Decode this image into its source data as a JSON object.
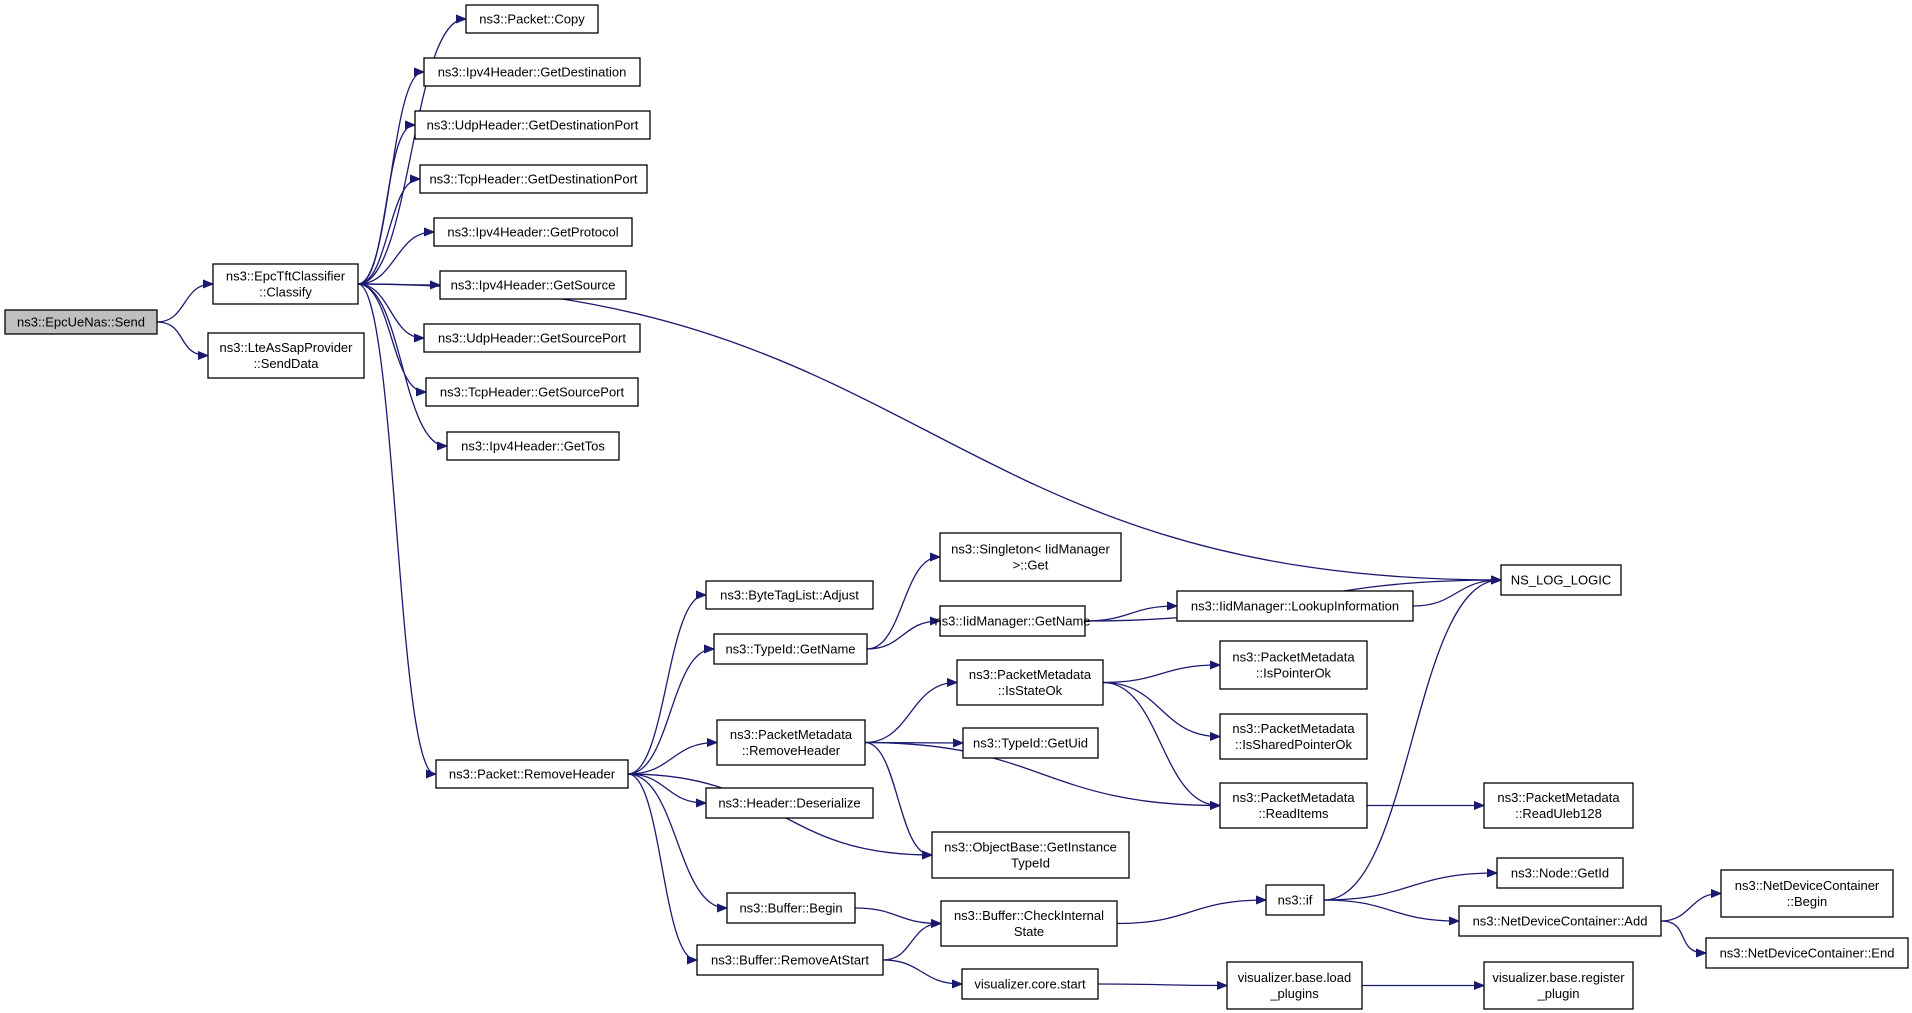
{
  "nodes": {
    "send": [
      "ns3::EpcUeNas::Send"
    ],
    "classify": [
      "ns3::EpcTftClassifier",
      "::Classify"
    ],
    "senddata": [
      "ns3::LteAsSapProvider",
      "::SendData"
    ],
    "pcopy": [
      "ns3::Packet::Copy"
    ],
    "ipv4dest": [
      "ns3::Ipv4Header::GetDestination"
    ],
    "udpdestport": [
      "ns3::UdpHeader::GetDestinationPort"
    ],
    "tcpdestport": [
      "ns3::TcpHeader::GetDestinationPort"
    ],
    "ipv4proto": [
      "ns3::Ipv4Header::GetProtocol"
    ],
    "ipv4src": [
      "ns3::Ipv4Header::GetSource"
    ],
    "udpsrcport": [
      "ns3::UdpHeader::GetSourcePort"
    ],
    "tcpsrcport": [
      "ns3::TcpHeader::GetSourcePort"
    ],
    "ipv4tos": [
      "ns3::Ipv4Header::GetTos"
    ],
    "nslog": [
      "NS_LOG_LOGIC"
    ],
    "removeheader": [
      "ns3::Packet::RemoveHeader"
    ],
    "bytetagadjust": [
      "ns3::ByteTagList::Adjust"
    ],
    "typeidgetname": [
      "ns3::TypeId::GetName"
    ],
    "singletonget": [
      "ns3::Singleton< IidManager",
      ">::Get"
    ],
    "iidgetname": [
      "ns3::IidManager::GetName"
    ],
    "iidlookup": [
      "ns3::IidManager::LookupInformation"
    ],
    "pmremoveheader": [
      "ns3::PacketMetadata",
      "::RemoveHeader"
    ],
    "pmisstateok": [
      "ns3::PacketMetadata",
      "::IsStateOk"
    ],
    "pmispointerok": [
      "ns3::PacketMetadata",
      "::IsPointerOk"
    ],
    "pmissharedok": [
      "ns3::PacketMetadata",
      "::IsSharedPointerOk"
    ],
    "typeidgetuid": [
      "ns3::TypeId::GetUid"
    ],
    "pmreaditems": [
      "ns3::PacketMetadata",
      "::ReadItems"
    ],
    "pmreaduleb": [
      "ns3::PacketMetadata",
      "::ReadUleb128"
    ],
    "headerdeser": [
      "ns3::Header::Deserialize"
    ],
    "objbase": [
      "ns3::ObjectBase::GetInstance",
      "TypeId"
    ],
    "bufbegin": [
      "ns3::Buffer::Begin"
    ],
    "bufcheck": [
      "ns3::Buffer::CheckInternal",
      "State"
    ],
    "bufremove": [
      "ns3::Buffer::RemoveAtStart"
    ],
    "ns3if": [
      "ns3::if"
    ],
    "nodegetid": [
      "ns3::Node::GetId"
    ],
    "ndcadd": [
      "ns3::NetDeviceContainer::Add"
    ],
    "ndcbegin": [
      "ns3::NetDeviceContainer",
      "::Begin"
    ],
    "ndcend": [
      "ns3::NetDeviceContainer::End"
    ],
    "vizstart": [
      "visualizer.core.start"
    ],
    "vizload": [
      "visualizer.base.load",
      "_plugins"
    ],
    "vizreg": [
      "visualizer.base.register",
      "_plugin"
    ]
  },
  "edges": [
    [
      "send",
      "classify"
    ],
    [
      "send",
      "senddata"
    ],
    [
      "classify",
      "pcopy"
    ],
    [
      "classify",
      "ipv4dest"
    ],
    [
      "classify",
      "udpdestport"
    ],
    [
      "classify",
      "tcpdestport"
    ],
    [
      "classify",
      "ipv4proto"
    ],
    [
      "classify",
      "ipv4src"
    ],
    [
      "classify",
      "udpsrcport"
    ],
    [
      "classify",
      "tcpsrcport"
    ],
    [
      "classify",
      "ipv4tos"
    ],
    [
      "classify",
      "nslog"
    ],
    [
      "classify",
      "removeheader"
    ],
    [
      "removeheader",
      "bytetagadjust"
    ],
    [
      "removeheader",
      "typeidgetname"
    ],
    [
      "removeheader",
      "pmremoveheader"
    ],
    [
      "removeheader",
      "headerdeser"
    ],
    [
      "removeheader",
      "objbase"
    ],
    [
      "removeheader",
      "bufbegin"
    ],
    [
      "removeheader",
      "bufremove"
    ],
    [
      "typeidgetname",
      "singletonget"
    ],
    [
      "typeidgetname",
      "iidgetname"
    ],
    [
      "iidgetname",
      "iidlookup"
    ],
    [
      "iidgetname",
      "nslog"
    ],
    [
      "iidlookup",
      "nslog"
    ],
    [
      "pmremoveheader",
      "pmisstateok"
    ],
    [
      "pmremoveheader",
      "typeidgetuid"
    ],
    [
      "pmremoveheader",
      "pmreaditems"
    ],
    [
      "pmremoveheader",
      "objbase"
    ],
    [
      "pmisstateok",
      "pmispointerok"
    ],
    [
      "pmisstateok",
      "pmissharedok"
    ],
    [
      "pmisstateok",
      "pmreaditems"
    ],
    [
      "pmreaditems",
      "pmreaduleb"
    ],
    [
      "bufbegin",
      "bufcheck"
    ],
    [
      "bufremove",
      "bufcheck"
    ],
    [
      "bufremove",
      "vizstart"
    ],
    [
      "bufcheck",
      "ns3if"
    ],
    [
      "ns3if",
      "nslog"
    ],
    [
      "ns3if",
      "nodegetid"
    ],
    [
      "ns3if",
      "ndcadd"
    ],
    [
      "ndcadd",
      "ndcbegin"
    ],
    [
      "ndcadd",
      "ndcend"
    ],
    [
      "vizstart",
      "vizload"
    ],
    [
      "vizload",
      "vizreg"
    ]
  ]
}
